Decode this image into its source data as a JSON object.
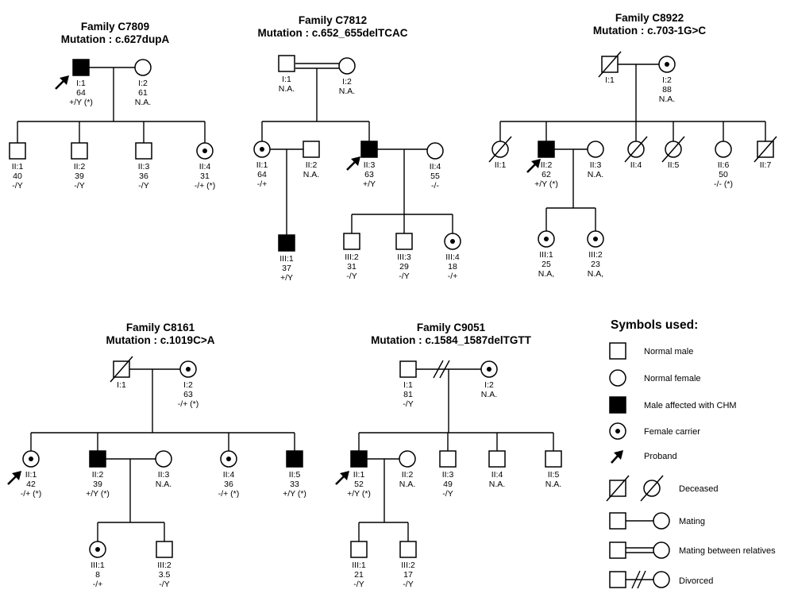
{
  "families": [
    {
      "key": "c7809",
      "title": "Family C7809",
      "mutation": "Mutation : c.627dupA",
      "members": {
        "I1": {
          "id": "I:1",
          "lines": [
            "64",
            "+/Y (*)"
          ]
        },
        "I2": {
          "id": "I:2",
          "lines": [
            "61",
            "N.A."
          ]
        },
        "II1": {
          "id": "II:1",
          "lines": [
            "40",
            "-/Y"
          ]
        },
        "II2": {
          "id": "II:2",
          "lines": [
            "39",
            "-/Y"
          ]
        },
        "II3": {
          "id": "II:3",
          "lines": [
            "36",
            "-/Y"
          ]
        },
        "II4": {
          "id": "II:4",
          "lines": [
            "31",
            "-/+ (*)"
          ]
        }
      }
    },
    {
      "key": "c7812",
      "title": "Family C7812",
      "mutation": "Mutation : c.652_655delTCAC",
      "members": {
        "I1": {
          "id": "I:1",
          "lines": [
            "N.A."
          ]
        },
        "I2": {
          "id": "I:2",
          "lines": [
            "N.A."
          ]
        },
        "II1": {
          "id": "II:1",
          "lines": [
            "64",
            "-/+"
          ]
        },
        "II2": {
          "id": "II:2",
          "lines": [
            "N.A."
          ]
        },
        "II3": {
          "id": "II:3",
          "lines": [
            "63",
            "+/Y"
          ]
        },
        "II4": {
          "id": "II:4",
          "lines": [
            "55",
            "-/-"
          ]
        },
        "III1": {
          "id": "III:1",
          "lines": [
            "37",
            "+/Y"
          ]
        },
        "III2": {
          "id": "III:2",
          "lines": [
            "31",
            "-/Y"
          ]
        },
        "III3": {
          "id": "III:3",
          "lines": [
            "29",
            "-/Y"
          ]
        },
        "III4": {
          "id": "III:4",
          "lines": [
            "18",
            "-/+"
          ]
        }
      }
    },
    {
      "key": "c8922",
      "title": "Family C8922",
      "mutation": "Mutation : c.703-1G>C",
      "members": {
        "I1": {
          "id": "I:1",
          "lines": []
        },
        "I2": {
          "id": "I:2",
          "lines": [
            "88",
            "N.A."
          ]
        },
        "II1": {
          "id": "II:1",
          "lines": []
        },
        "II2": {
          "id": "II:2",
          "lines": [
            "62",
            "+/Y (*)"
          ]
        },
        "II3": {
          "id": "II:3",
          "lines": [
            "N.A."
          ]
        },
        "II4": {
          "id": "II:4",
          "lines": []
        },
        "II5": {
          "id": "II:5",
          "lines": []
        },
        "II6": {
          "id": "II:6",
          "lines": [
            "50",
            "-/- (*)"
          ]
        },
        "II7": {
          "id": "II:7",
          "lines": []
        },
        "III1": {
          "id": "III:1",
          "lines": [
            "25",
            "N.A,"
          ]
        },
        "III2": {
          "id": "III:2",
          "lines": [
            "23",
            "N.A,"
          ]
        }
      }
    },
    {
      "key": "c8161",
      "title": "Family C8161",
      "mutation": "Mutation : c.1019C>A",
      "members": {
        "I1": {
          "id": "I:1",
          "lines": []
        },
        "I2": {
          "id": "I:2",
          "lines": [
            "63",
            "-/+ (*)"
          ]
        },
        "II1": {
          "id": "II:1",
          "lines": [
            "42",
            "-/+ (*)"
          ]
        },
        "II2": {
          "id": "II:2",
          "lines": [
            "39",
            "+/Y (*)"
          ]
        },
        "II3": {
          "id": "II:3",
          "lines": [
            "N.A."
          ]
        },
        "II4": {
          "id": "II:4",
          "lines": [
            "36",
            "-/+ (*)"
          ]
        },
        "II5": {
          "id": "II:5",
          "lines": [
            "33",
            "+/Y (*)"
          ]
        },
        "III1": {
          "id": "III:1",
          "lines": [
            "8",
            "-/+"
          ]
        },
        "III2": {
          "id": "III:2",
          "lines": [
            "3.5",
            "-/Y"
          ]
        }
      }
    },
    {
      "key": "c9051",
      "title": "Family C9051",
      "mutation": "Mutation : c.1584_1587delTGTT",
      "members": {
        "I1": {
          "id": "I:1",
          "lines": [
            "81",
            "-/Y"
          ]
        },
        "I2": {
          "id": "I:2",
          "lines": [
            "N.A."
          ]
        },
        "II1": {
          "id": "II:1",
          "lines": [
            "52",
            "+/Y (*)"
          ]
        },
        "II2": {
          "id": "II:2",
          "lines": [
            "N.A."
          ]
        },
        "II3": {
          "id": "II:3",
          "lines": [
            "49",
            "-/Y"
          ]
        },
        "II4": {
          "id": "II:4",
          "lines": [
            "N.A."
          ]
        },
        "II5": {
          "id": "II:5",
          "lines": [
            "N.A."
          ]
        },
        "III1": {
          "id": "III:1",
          "lines": [
            "21",
            "-/Y"
          ]
        },
        "III2": {
          "id": "III:2",
          "lines": [
            "17",
            "-/Y"
          ]
        }
      }
    }
  ],
  "legend": {
    "title": "Symbols used:",
    "normal_male": "Normal male",
    "normal_female": "Normal female",
    "affected_male": "Male affected with CHM",
    "female_carrier": "Female carrier",
    "proband": "Proband",
    "deceased": "Deceased",
    "mating": "Mating",
    "consanguineous": "Mating between relatives",
    "divorced": "Divorced"
  }
}
